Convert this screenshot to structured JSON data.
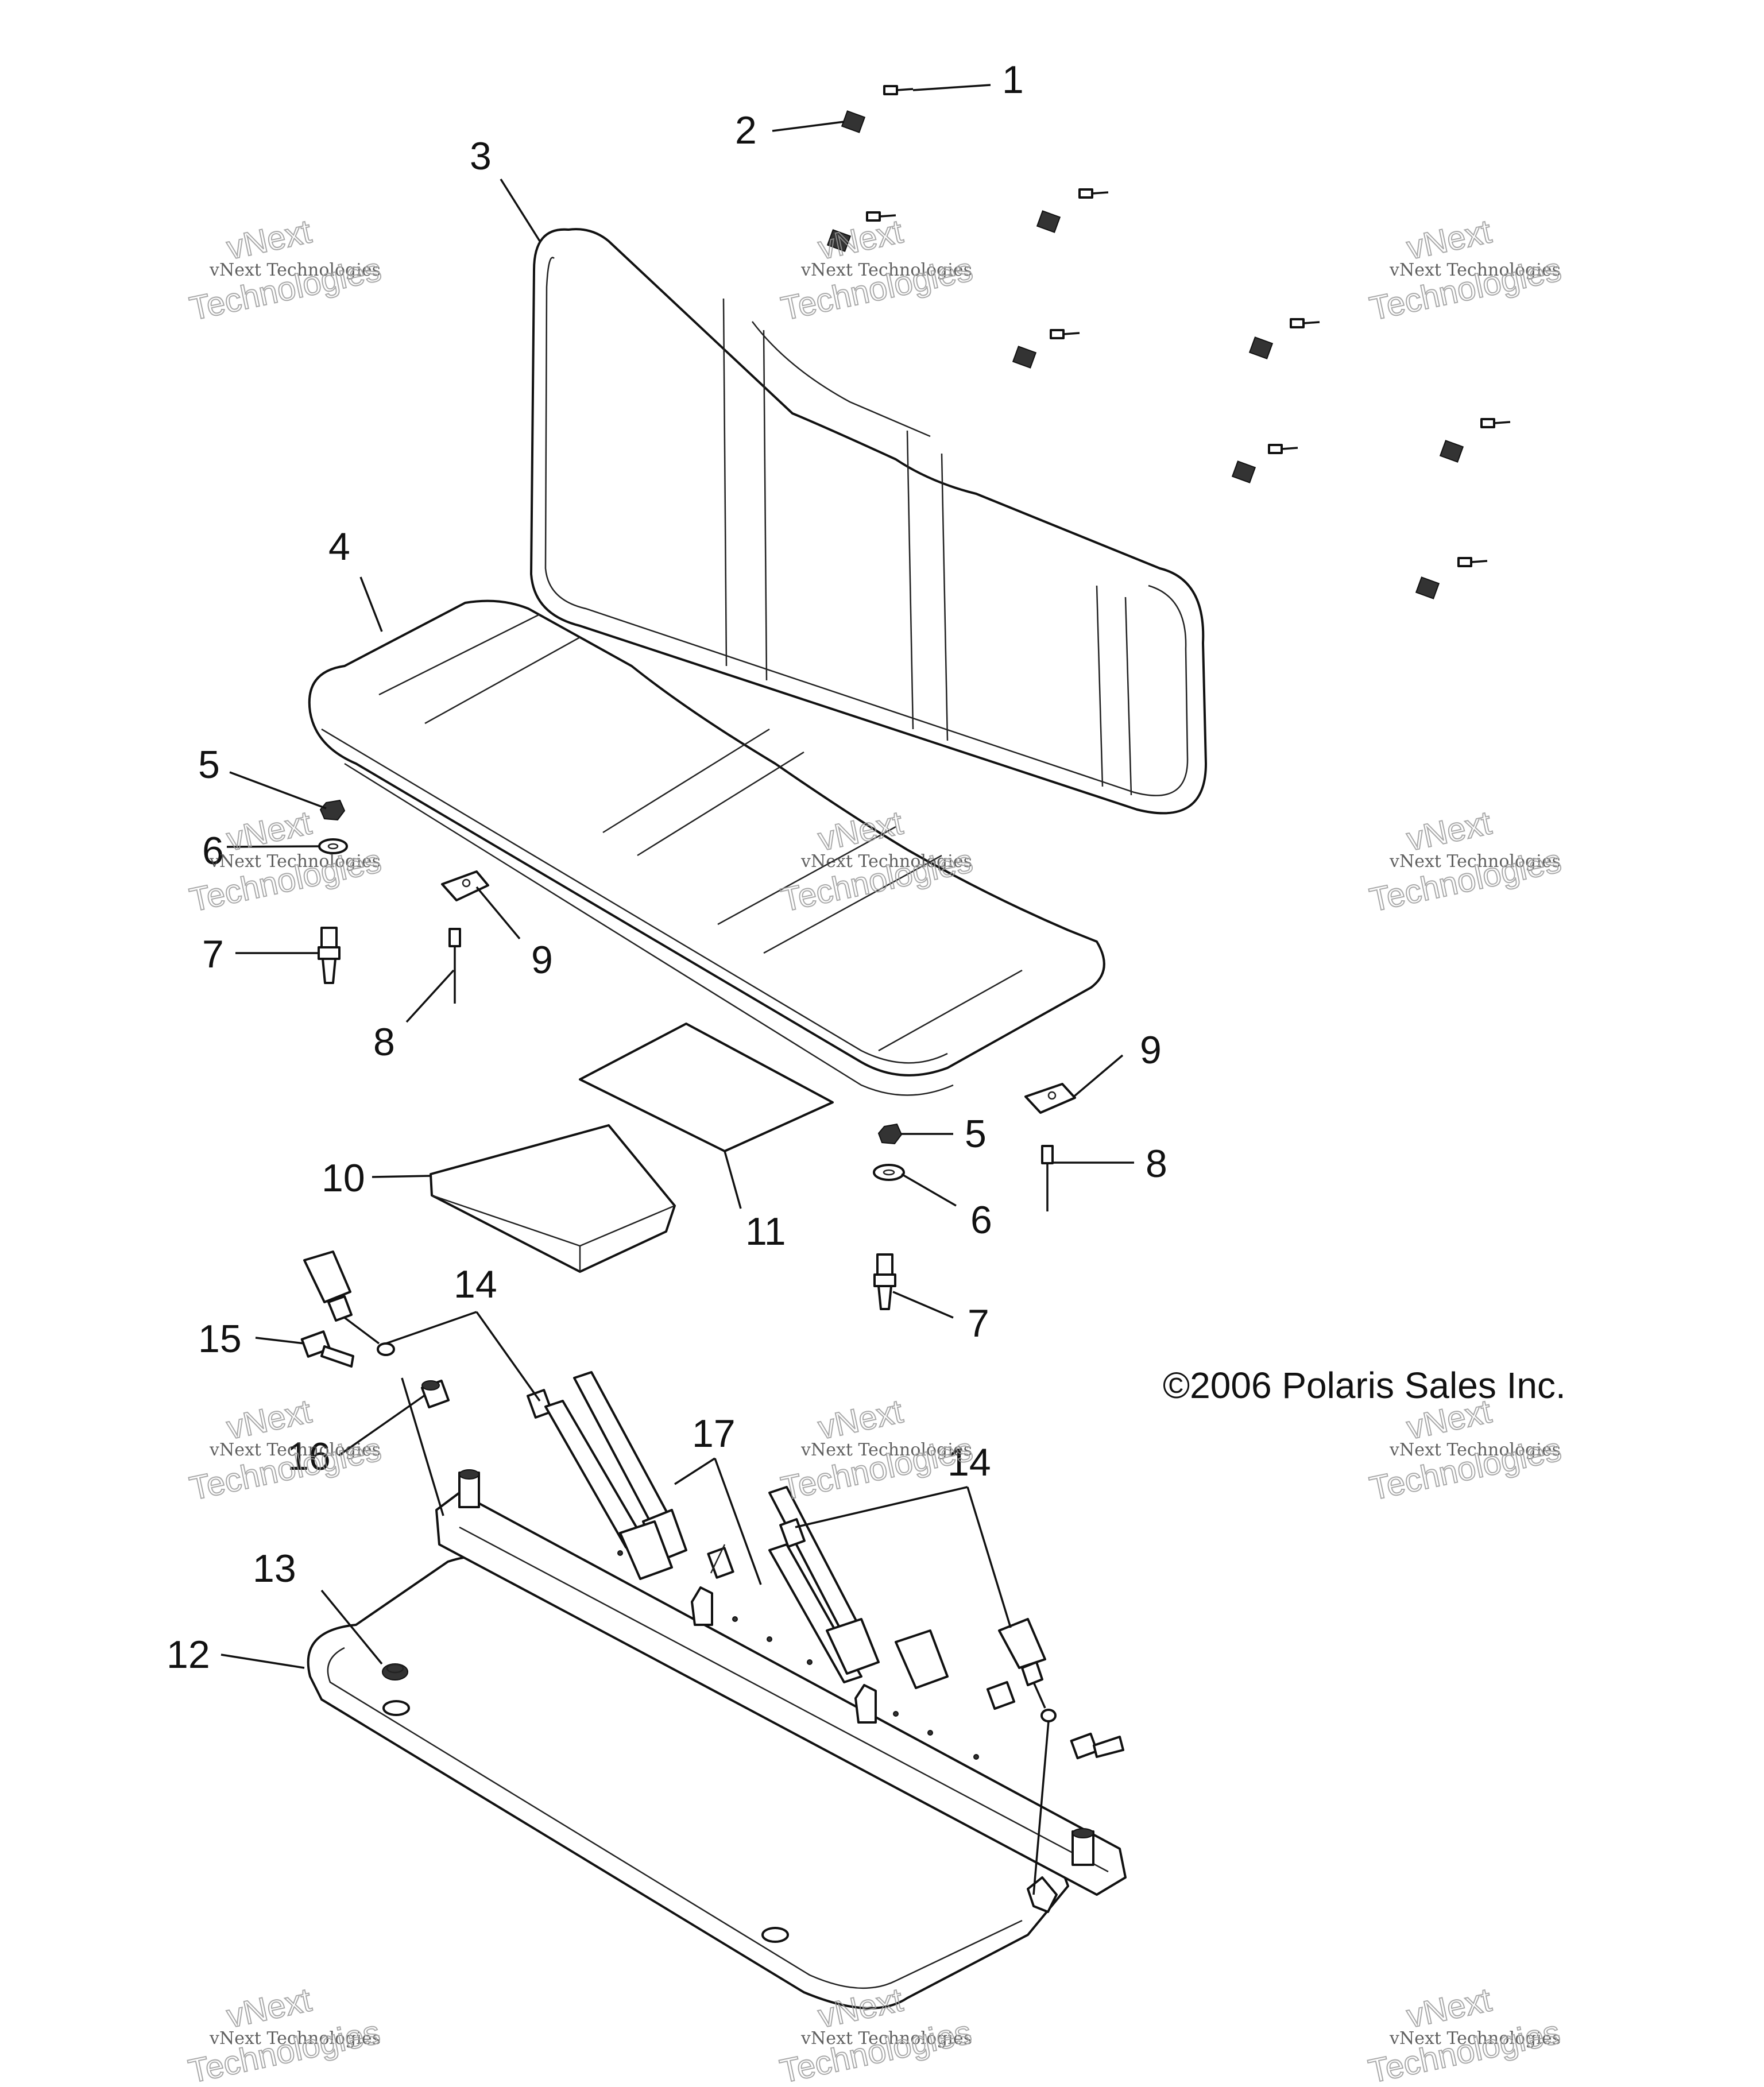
{
  "callouts": {
    "c1": "1",
    "c2": "2",
    "c3": "3",
    "c4": "4",
    "c5a": "5",
    "c5b": "5",
    "c6a": "6",
    "c6b": "6",
    "c7a": "7",
    "c7b": "7",
    "c8a": "8",
    "c8b": "8",
    "c9a": "9",
    "c9b": "9",
    "c10": "10",
    "c11": "11",
    "c12": "12",
    "c13": "13",
    "c14a": "14",
    "c14b": "14",
    "c15": "15",
    "c16": "16",
    "c17": "17"
  },
  "copyright": "©2006 Polaris Sales Inc.",
  "watermark": {
    "line1": "vNext Technologies",
    "line2": "vNext",
    "line3": "Technologies"
  }
}
